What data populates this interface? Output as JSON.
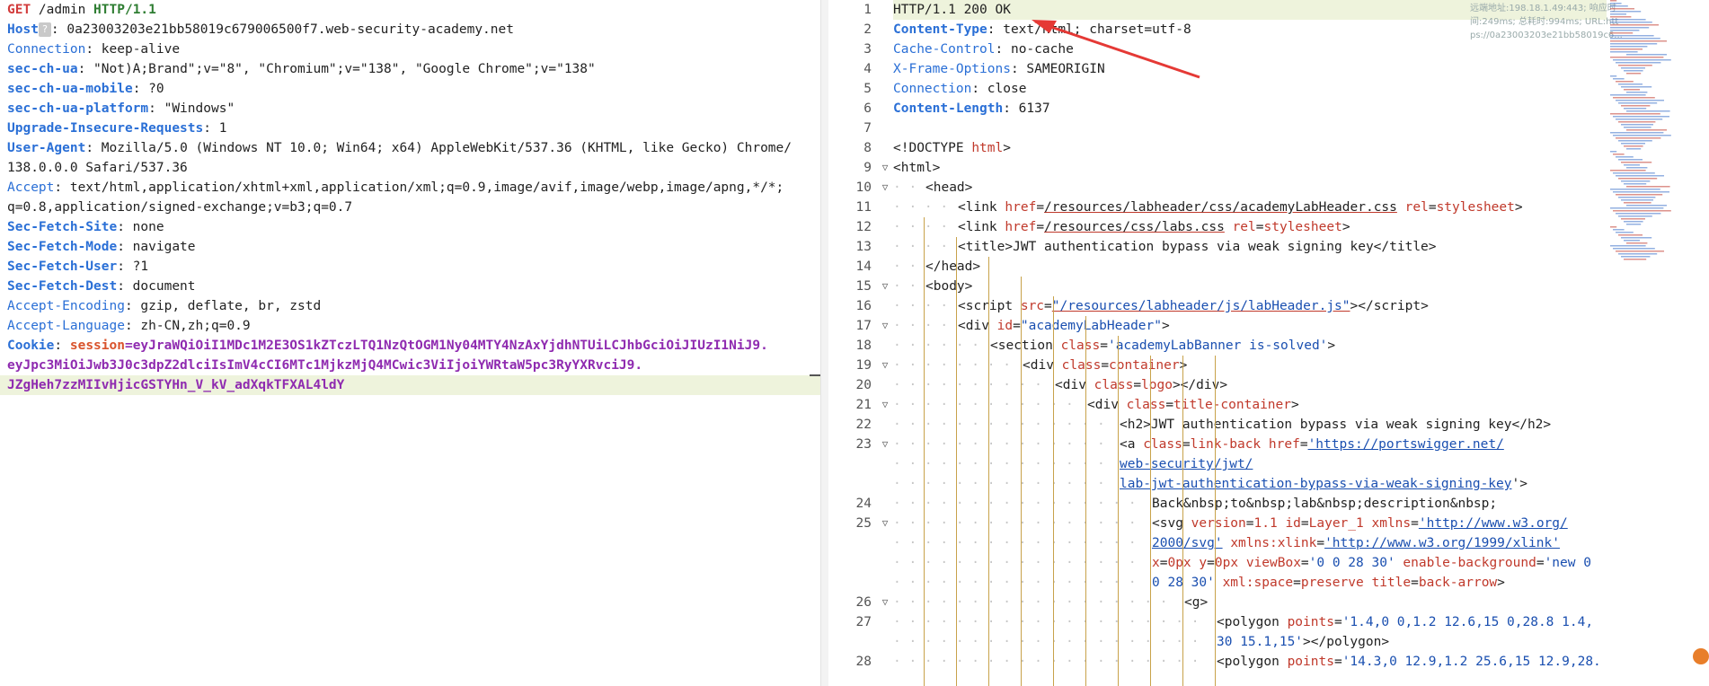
{
  "request": {
    "lines": [
      {
        "type": "request_line",
        "method": "GET",
        "path": " /admin ",
        "protocol": "HTTP/1.1"
      },
      {
        "type": "host",
        "name": "Host",
        "value": ": 0a23003203e21bb58019c679006500f7.web-security-academy.net"
      },
      {
        "type": "header",
        "name": "Connection",
        "value": ": keep-alive",
        "bold": false
      },
      {
        "type": "header",
        "name": "sec-ch-ua",
        "value": ": \"Not)A;Brand\";v=\"8\", \"Chromium\";v=\"138\", \"Google Chrome\";v=\"138\"",
        "bold": true
      },
      {
        "type": "header",
        "name": "sec-ch-ua-mobile",
        "value": ": ?0",
        "bold": true
      },
      {
        "type": "header",
        "name": "sec-ch-ua-platform",
        "value": ": \"Windows\"",
        "bold": true
      },
      {
        "type": "header",
        "name": "Upgrade-Insecure-Requests",
        "value": ": 1",
        "bold": true
      },
      {
        "type": "header",
        "name": "User-Agent",
        "value": ": Mozilla/5.0 (Windows NT 10.0; Win64; x64) AppleWebKit/537.36 (KHTML, like Gecko) Chrome/",
        "bold": true
      },
      {
        "type": "cont",
        "value": "138.0.0.0 Safari/537.36"
      },
      {
        "type": "header",
        "name": "Accept",
        "value": ": text/html,application/xhtml+xml,application/xml;q=0.9,image/avif,image/webp,image/apng,*/*;",
        "bold": false
      },
      {
        "type": "cont",
        "value": "q=0.8,application/signed-exchange;v=b3;q=0.7"
      },
      {
        "type": "header",
        "name": "Sec-Fetch-Site",
        "value": ": none",
        "bold": true
      },
      {
        "type": "header",
        "name": "Sec-Fetch-Mode",
        "value": ": navigate",
        "bold": true
      },
      {
        "type": "header",
        "name": "Sec-Fetch-User",
        "value": ": ?1",
        "bold": true
      },
      {
        "type": "header",
        "name": "Sec-Fetch-Dest",
        "value": ": document",
        "bold": true
      },
      {
        "type": "header",
        "name": "Accept-Encoding",
        "value": ": gzip, deflate, br, zstd",
        "bold": false
      },
      {
        "type": "header",
        "name": "Accept-Language",
        "value": ": zh-CN,zh;q=0.9",
        "bold": false
      },
      {
        "type": "cookie",
        "name": "Cookie",
        "sep": ": ",
        "cname": "session",
        "value": "=eyJraWQiOiI1MDc1M2E3OS1kZTczLTQ1NzQtOGM1Ny04MTY4NzAxYjdhNTUiLCJhbGciOiJIUzI1NiJ9."
      },
      {
        "type": "cookiecont",
        "value": "eyJpc3MiOiJwb3J0c3dpZ2dlciIsImV4cCI6MTc1MjkzMjQ4MCwic3ViIjoiYWRtaW5pc3RyYXRvciJ9."
      },
      {
        "type": "cookiecont",
        "value": "JZgHeh7zzMIIvHjicGSTYHn_V_kV_adXqkTFXAL4ldY",
        "highlight": true
      }
    ]
  },
  "response": {
    "status_line": "HTTP/1.1 200 OK",
    "headers": [
      {
        "n": "2",
        "name": "Content-Type",
        "value": ": text/html; charset=utf-8",
        "bold": true
      },
      {
        "n": "3",
        "name": "Cache-Control",
        "value": ": no-cache",
        "bold": false
      },
      {
        "n": "4",
        "name": "X-Frame-Options",
        "value": ": SAMEORIGIN",
        "bold": false
      },
      {
        "n": "5",
        "name": "Connection",
        "value": ": close",
        "bold": false
      },
      {
        "n": "6",
        "name": "Content-Length",
        "value": ": 6137",
        "bold": true
      }
    ],
    "body": [
      {
        "n": "8",
        "indent": 0,
        "html": "<span class=\"tag\">&lt;!DOCTYPE </span><span class=\"attr\">html</span><span class=\"tag\">&gt;</span>"
      },
      {
        "n": "9",
        "indent": 0,
        "fold": true,
        "html": "<span class=\"tag\">&lt;html&gt;</span>"
      },
      {
        "n": "10",
        "indent": 1,
        "fold": true,
        "html": "<span class=\"tag\">&lt;head&gt;</span>"
      },
      {
        "n": "11",
        "indent": 2,
        "html": "<span class=\"tag\">&lt;link </span><span class=\"attr\">href</span>=<span class=\"pathlink\">/resources/labheader/css/academyLabHeader.css</span> <span class=\"attr\">rel</span>=<span class=\"attr\">stylesheet</span>&gt;"
      },
      {
        "n": "12",
        "indent": 2,
        "html": "<span class=\"tag\">&lt;link </span><span class=\"attr\">href</span>=<span class=\"pathlink\">/resources/css/labs.css</span> <span class=\"attr\">rel</span>=<span class=\"attr\">stylesheet</span>&gt;"
      },
      {
        "n": "13",
        "indent": 2,
        "html": "&lt;title&gt;JWT authentication bypass via weak signing key&lt;/title&gt;"
      },
      {
        "n": "14",
        "indent": 1,
        "html": "&lt;/head&gt;"
      },
      {
        "n": "15",
        "indent": 1,
        "fold": true,
        "html": "&lt;body&gt;"
      },
      {
        "n": "16",
        "indent": 2,
        "html": "&lt;script <span class=\"attr\">src</span>=<span class=\"str pathlink\">\"/resources/labheader/js/labHeader.js\"</span>&gt;&lt;/script&gt;"
      },
      {
        "n": "17",
        "indent": 2,
        "fold": true,
        "html": "&lt;div <span class=\"attr\">id</span>=<span class=\"str\">\"academyLabHeader\"</span>&gt;"
      },
      {
        "n": "18",
        "indent": 3,
        "html": "&lt;section <span class=\"attr\">class</span>=<span class=\"str\">'academyLabBanner is-solved'</span>&gt;"
      },
      {
        "n": "19",
        "indent": 4,
        "fold": true,
        "html": "&lt;div <span class=\"attr\">class</span>=<span class=\"attr\">container</span>&gt;"
      },
      {
        "n": "20",
        "indent": 5,
        "html": "&lt;div <span class=\"attr\">class</span>=<span class=\"attr\">logo</span>&gt;&lt;/div&gt;"
      },
      {
        "n": "21",
        "indent": 6,
        "fold": true,
        "html": "&lt;div <span class=\"attr\">class</span>=<span class=\"attr\">title-container</span>&gt;"
      },
      {
        "n": "22",
        "indent": 7,
        "html": "&lt;h2&gt;JWT authentication bypass via weak signing key&lt;/h2&gt;"
      },
      {
        "n": "23",
        "indent": 7,
        "fold": true,
        "html": "&lt;a <span class=\"attr\">class</span>=<span class=\"attr\">link-back</span> <span class=\"attr\">href</span>=<span class=\"link\">'https://portswigger.net/</span>"
      },
      {
        "n": "",
        "indent": 7,
        "html": "<span class=\"link\">web-security/jwt/</span>"
      },
      {
        "n": "",
        "indent": 7,
        "html": "<span class=\"link\">lab-jwt-authentication-bypass-via-weak-signing-key</span>'&gt;"
      },
      {
        "n": "24",
        "indent": 8,
        "html": "Back&amp;nbsp;to&amp;nbsp;lab&amp;nbsp;description&amp;nbsp;"
      },
      {
        "n": "25",
        "indent": 8,
        "fold": true,
        "html": "&lt;svg <span class=\"attr\">version</span>=<span class=\"attr\">1.1</span> <span class=\"attr\">id</span>=<span class=\"attr\">Layer_1</span> <span class=\"attr\">xmlns</span>=<span class=\"link\">'http://www.w3.org/</span>"
      },
      {
        "n": "",
        "indent": 8,
        "html": "<span class=\"link\">2000/svg'</span> <span class=\"attr\">xmlns:xlink</span>=<span class=\"link\">'http://www.w3.org/1999/xlink'</span>"
      },
      {
        "n": "",
        "indent": 8,
        "html": "<span class=\"attr\">x</span>=<span class=\"attr\">0px</span> <span class=\"attr\">y</span>=<span class=\"attr\">0px</span> <span class=\"attr\">viewBox</span>=<span class=\"str\">'0 0 28 30'</span> <span class=\"attr\">enable-background</span>=<span class=\"str\">'new 0</span>"
      },
      {
        "n": "",
        "indent": 8,
        "html": "<span class=\"str\">0 28 30'</span> <span class=\"attr\">xml:space</span>=<span class=\"attr\">preserve</span> <span class=\"attr\">title</span>=<span class=\"attr\">back-arrow</span>&gt;"
      },
      {
        "n": "26",
        "indent": 9,
        "fold": true,
        "html": "&lt;g&gt;"
      },
      {
        "n": "27",
        "indent": 10,
        "html": "&lt;polygon <span class=\"attr\">points</span>=<span class=\"str\">'1.4,0 0,1.2 12.6,15 0,28.8 1.4,</span>"
      },
      {
        "n": "",
        "indent": 10,
        "html": "<span class=\"str\">30 15.1,15'</span>&gt;&lt;/polygon&gt;"
      },
      {
        "n": "28",
        "indent": 10,
        "html": "&lt;polygon <span class=\"attr\">points</span>=<span class=\"str\">'14.3,0 12.9,1.2 25.6,15 12.9,28.</span>"
      }
    ]
  },
  "overlay": {
    "info_line1": "远端地址:198.18.1.49:443; 响应时",
    "info_line2": "间:249ms; 总耗时:994ms; URL:htt",
    "info_line3": "ps://0a23003203e21bb58019c6..."
  }
}
